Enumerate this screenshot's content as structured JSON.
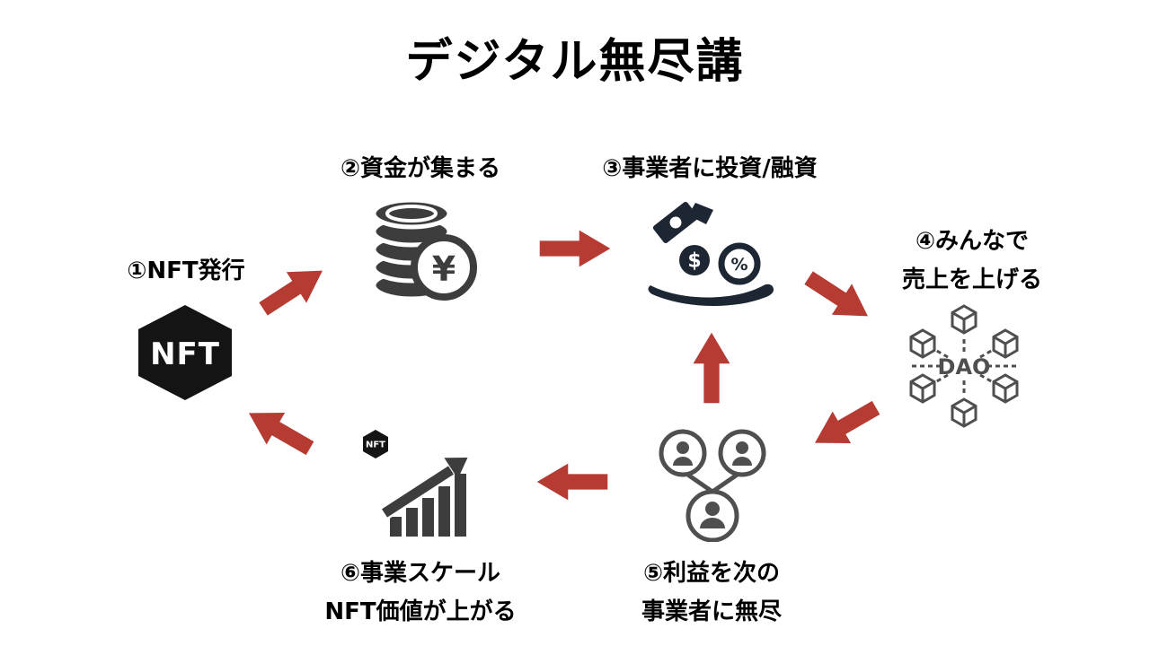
{
  "title": "デジタル無尽講",
  "steps": [
    {
      "number": 1,
      "label": "①NFT発行",
      "icon": "nft-hexagon"
    },
    {
      "number": 2,
      "label": "②資金が集まる",
      "icon": "coin-stack-yen"
    },
    {
      "number": 3,
      "label": "③事業者に投資/融資",
      "icon": "hand-investment"
    },
    {
      "number": 4,
      "label_lines": [
        "④みんなで",
        "売上を上げる"
      ],
      "icon": "dao-network"
    },
    {
      "number": 5,
      "label_lines": [
        "⑤利益を次の",
        "事業者に無尽"
      ],
      "icon": "people-network"
    },
    {
      "number": 6,
      "label_lines": [
        "⑥事業スケール",
        "NFT価値が上がる"
      ],
      "icon": "nft-growth-chart"
    }
  ],
  "connections": [
    {
      "from": 1,
      "to": 2
    },
    {
      "from": 2,
      "to": 3
    },
    {
      "from": 3,
      "to": 4
    },
    {
      "from": 4,
      "to": 5
    },
    {
      "from": 5,
      "to": 6
    },
    {
      "from": 6,
      "to": 1
    },
    {
      "from": 5,
      "to": 3
    }
  ],
  "icon_texts": {
    "nft": "NFT",
    "dao": "DAO",
    "yen": "¥",
    "dollar": "$",
    "percent": "%",
    "nft_badge": "NFT"
  },
  "colors": {
    "background": "#ffffff",
    "title_text": "#000000",
    "label_text": "#000000",
    "arrow": "#b53b33",
    "icon_dark": "#3d3d3d",
    "icon_navy": "#1c2733",
    "icon_gray": "#4f4f4f",
    "nft_black": "#141414"
  }
}
